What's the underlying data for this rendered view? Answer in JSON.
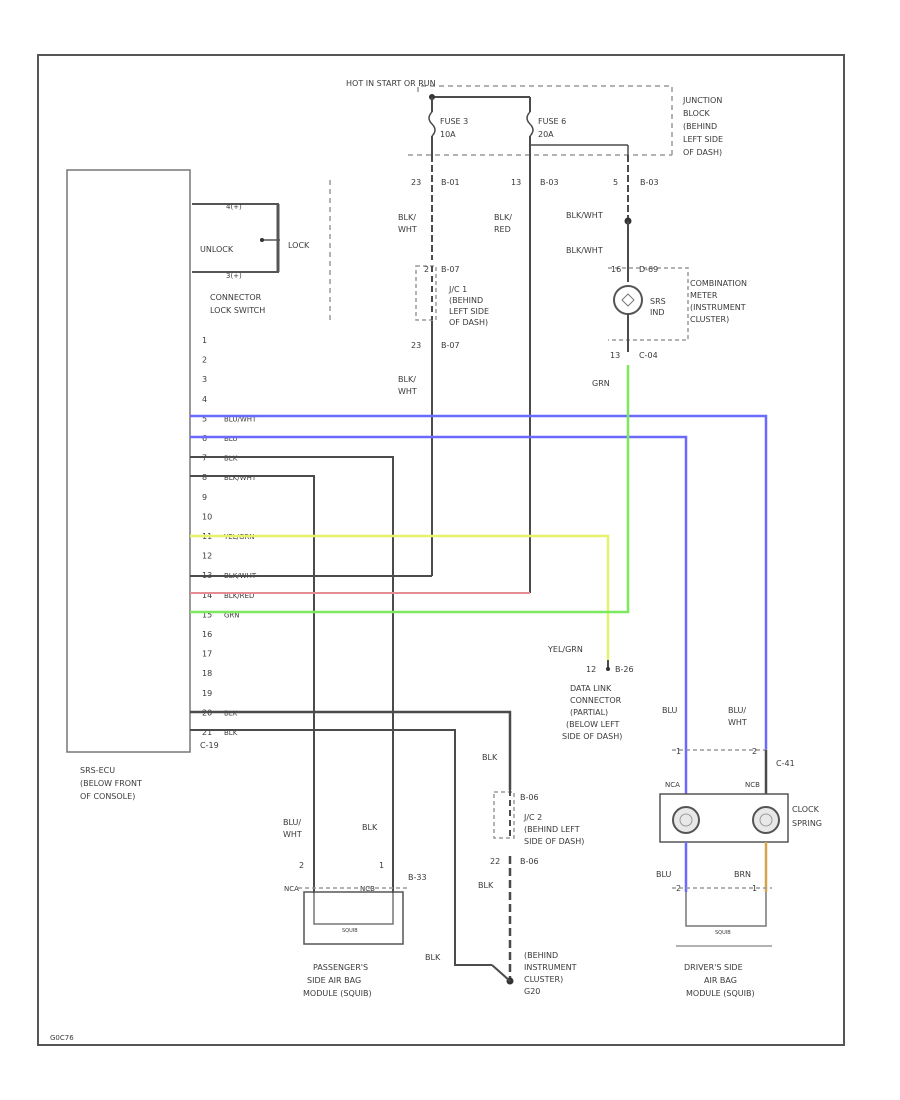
{
  "header": {
    "hot_label": "HOT IN START OR RUN"
  },
  "fuses": [
    {
      "line1": "FUSE 3",
      "line2": "10A"
    },
    {
      "line1": "FUSE 6",
      "line2": "20A"
    }
  ],
  "junction_block": [
    "JUNCTION",
    "BLOCK",
    "(BEHIND",
    "LEFT SIDE",
    "OF DASH)"
  ],
  "fuse_pins": [
    {
      "num": "23",
      "conn": "B-01"
    },
    {
      "num": "13",
      "conn": "B-03"
    },
    {
      "num": "5",
      "conn": "B-03"
    }
  ],
  "wire_labels": {
    "blk_wht_1": [
      "BLK/",
      "WHT"
    ],
    "blk_red": [
      "BLK/",
      "RED"
    ],
    "blk_wht_2": [
      "BLK/",
      "WHT"
    ],
    "blk_wht_top": "BLK/WHT",
    "blk_wht_mid": "BLK/WHT",
    "grn": "GRN",
    "yel_grn": "YEL/GRN",
    "blu_r": "BLU",
    "blu_wht_r": [
      "BLU/",
      "WHT"
    ],
    "blk_c": "BLK",
    "blk_c2": "BLK",
    "blk_bottom": "BLK",
    "blu_wht_p": [
      "BLU/",
      "WHT"
    ],
    "blk_p": "BLK",
    "blu_d": "BLU",
    "brn_d": "BRN"
  },
  "jc1": {
    "pin_top": "2",
    "conn_top": "B-07",
    "pin_bot": "23",
    "conn_bot": "B-07",
    "lines": [
      "J/C 1",
      "(BEHIND",
      "LEFT SIDE",
      "OF DASH)"
    ]
  },
  "meter": {
    "conn": "D-69",
    "pin_top": "16",
    "pin_bot": "13",
    "conn_bot": "C-04",
    "lamp_l1": "SRS",
    "lamp_l2": "IND",
    "lines": [
      "COMBINATION",
      "METER",
      "(INSTRUMENT",
      "CLUSTER)"
    ]
  },
  "connector_lock": {
    "pin_top": "4(+)",
    "unlock": "UNLOCK",
    "lock": "LOCK",
    "pin_bot": "3(+)",
    "lines": [
      "CONNECTOR",
      "LOCK SWITCH"
    ]
  },
  "srs_pins": [
    {
      "num": "1",
      "label": ""
    },
    {
      "num": "2",
      "label": ""
    },
    {
      "num": "3",
      "label": ""
    },
    {
      "num": "4",
      "label": ""
    },
    {
      "num": "5",
      "label": "BLU/WHT"
    },
    {
      "num": "6",
      "label": "BLU"
    },
    {
      "num": "7",
      "label": "BLK"
    },
    {
      "num": "8",
      "label": "BLK/WHT"
    },
    {
      "num": "9",
      "label": ""
    },
    {
      "num": "10",
      "label": ""
    },
    {
      "num": "11",
      "label": "YEL/GRN"
    },
    {
      "num": "12",
      "label": ""
    },
    {
      "num": "13",
      "label": "BLK/WHT"
    },
    {
      "num": "14",
      "label": "BLK/RED"
    },
    {
      "num": "15",
      "label": "GRN"
    },
    {
      "num": "16",
      "label": ""
    },
    {
      "num": "17",
      "label": ""
    },
    {
      "num": "18",
      "label": ""
    },
    {
      "num": "19",
      "label": ""
    },
    {
      "num": "20",
      "label": "BLK"
    },
    {
      "num": "21",
      "label": "BLK"
    }
  ],
  "srs_conn": "C-19",
  "srs_ecu": [
    "SRS-ECU",
    "(BELOW FRONT",
    "OF CONSOLE)"
  ],
  "dlc": {
    "pin": "12",
    "conn": "B-26",
    "lines": [
      "DATA LINK",
      "CONNECTOR",
      "(PARTIAL)",
      "(BELOW LEFT",
      "SIDE OF DASH)"
    ]
  },
  "jc2": {
    "pin_top": "",
    "conn_top": "B-06",
    "pin_bot": "22",
    "conn_bot": "B-06",
    "lines": [
      "J/C 2",
      "(BEHIND LEFT",
      "SIDE OF DASH)"
    ]
  },
  "ground": {
    "id": "G20",
    "lines": [
      "(BEHIND",
      "INSTRUMENT",
      "CLUSTER)",
      "G20"
    ]
  },
  "passenger_module": {
    "pin_l": "2",
    "pin_r": "1",
    "conn": "B-33",
    "lbl_l": "NCA",
    "lbl_r": "NCB",
    "inner": "SQUIB",
    "lines": [
      "PASSENGER'S",
      "SIDE AIR BAG",
      "MODULE (SQUIB)"
    ]
  },
  "clock_spring": {
    "pin_l": "1",
    "pin_r": "2",
    "conn": "C-41",
    "lbl_l": "NCA",
    "lbl_r": "NCB",
    "lines": [
      "CLOCK",
      "SPRING"
    ]
  },
  "driver_module": {
    "pin_l": "2",
    "pin_r": "1",
    "inner": "SQUIB",
    "lines": [
      "DRIVER'S SIDE",
      "AIR BAG",
      "MODULE (SQUIB)"
    ]
  },
  "footer_code": "G0C76",
  "colors": {
    "blue": "#6a6aff",
    "yellow": "#e6f36a",
    "green": "#7ce85f",
    "red": "#e58d93",
    "brown": "#d4a34a",
    "wire": "#4b4b4b",
    "dash": "#9a9a9a"
  }
}
